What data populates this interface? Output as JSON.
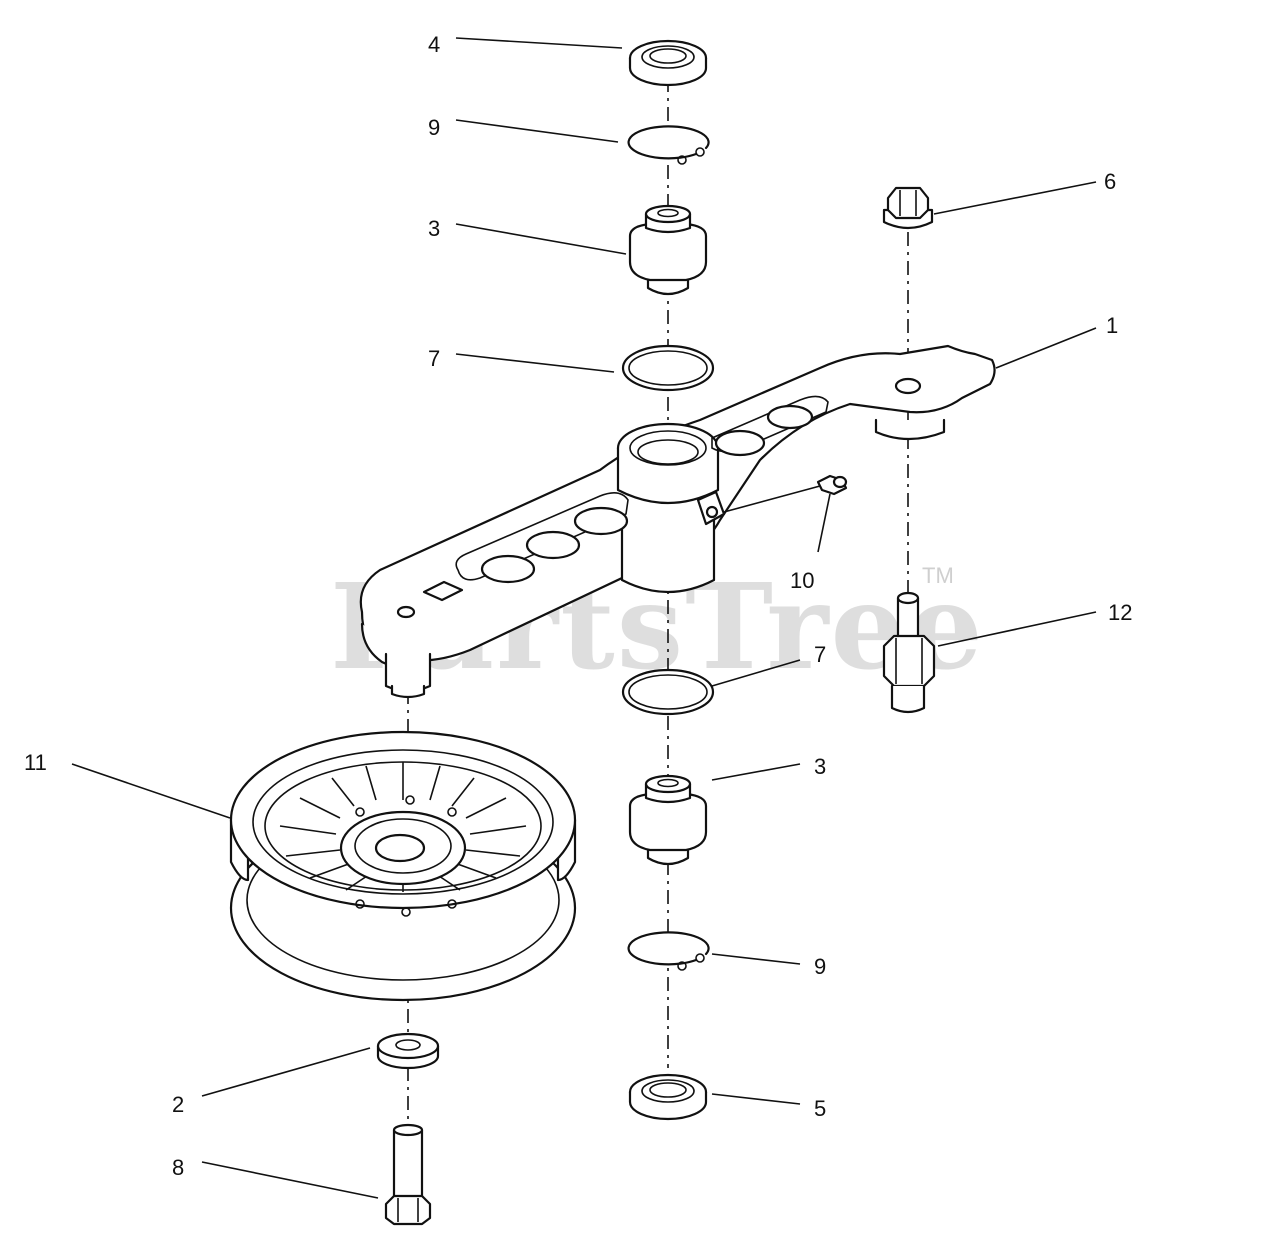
{
  "watermark": {
    "text": "PartsTree",
    "trademark": "TM"
  },
  "callouts": {
    "c1": "1",
    "c2": "2",
    "c3a": "3",
    "c3b": "3",
    "c4": "4",
    "c5": "5",
    "c6": "6",
    "c7a": "7",
    "c7b": "7",
    "c8": "8",
    "c9a": "9",
    "c9b": "9",
    "c10": "10",
    "c11": "11",
    "c12": "12"
  },
  "icons": {
    "pulley": "pulley-icon",
    "idler_arm": "idler-arm-icon",
    "bearing": "bearing-icon",
    "seal": "seal-icon",
    "retaining_ring": "retaining-ring-icon",
    "o_ring": "o-ring-icon",
    "nut": "nut-icon",
    "bolt": "bolt-icon",
    "washer": "washer-icon",
    "grease_fitting": "grease-fitting-icon",
    "pivot_stud": "pivot-stud-icon"
  }
}
